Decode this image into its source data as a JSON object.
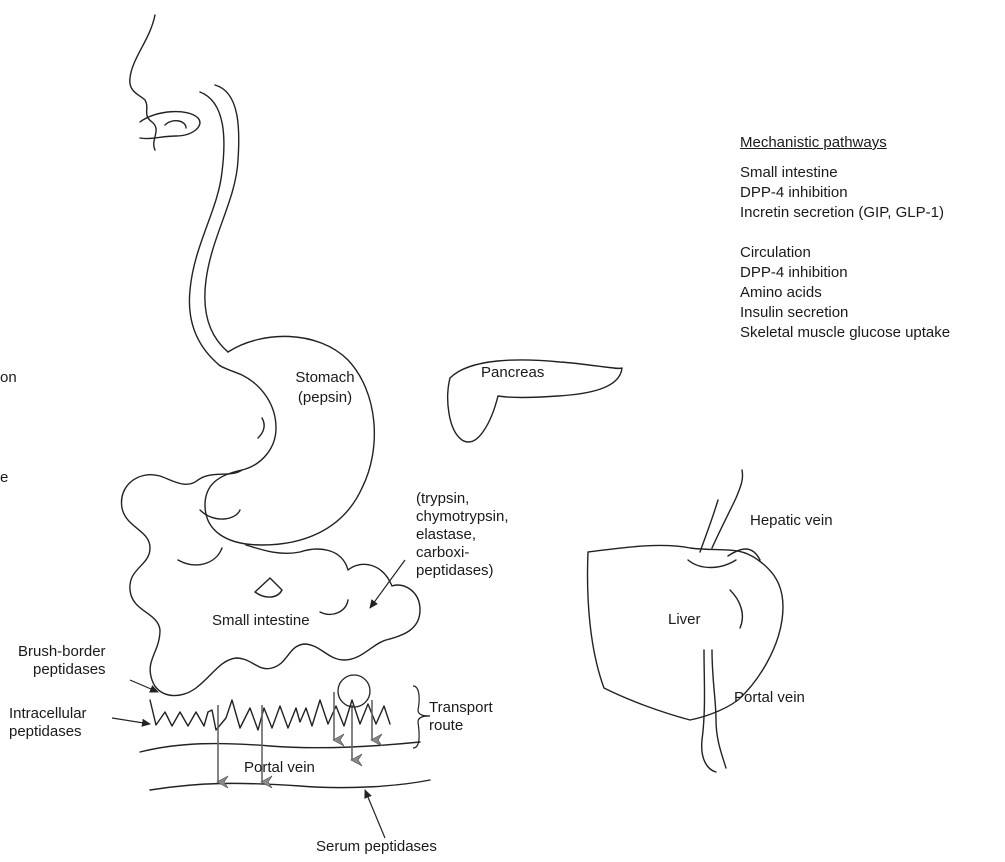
{
  "labels": {
    "stomach": "Stomach",
    "pepsin": "(pepsin)",
    "pancreas": "Pancreas",
    "pancreatic_enzymes": [
      "(trypsin,",
      "chymotrypsin,",
      "elastase,",
      "carboxi-",
      "peptidases)"
    ],
    "small_intestine": "Small intestine",
    "brush_border": [
      "Brush-border",
      "peptidases"
    ],
    "intracellular": [
      "Intracellular",
      "peptidases"
    ],
    "transport_route": [
      "Transport",
      "route"
    ],
    "portal_vein_left": "Portal vein",
    "serum_peptidases": "Serum peptidases",
    "hepatic_vein": "Hepatic vein",
    "liver": "Liver",
    "portal_vein_right": "Portal vein",
    "edge_clip_1": "on",
    "edge_clip_2": "e"
  },
  "mechanistic_pathways": {
    "title": "Mechanistic pathways",
    "groups": [
      {
        "items": [
          "Small intestine",
          "DPP-4 inhibition",
          "Incretin secretion (GIP, GLP-1)"
        ]
      },
      {
        "items": [
          "Circulation",
          "DPP-4 inhibition",
          "Amino acids",
          "Insulin secretion",
          "Skeletal muscle glucose uptake"
        ]
      }
    ]
  }
}
